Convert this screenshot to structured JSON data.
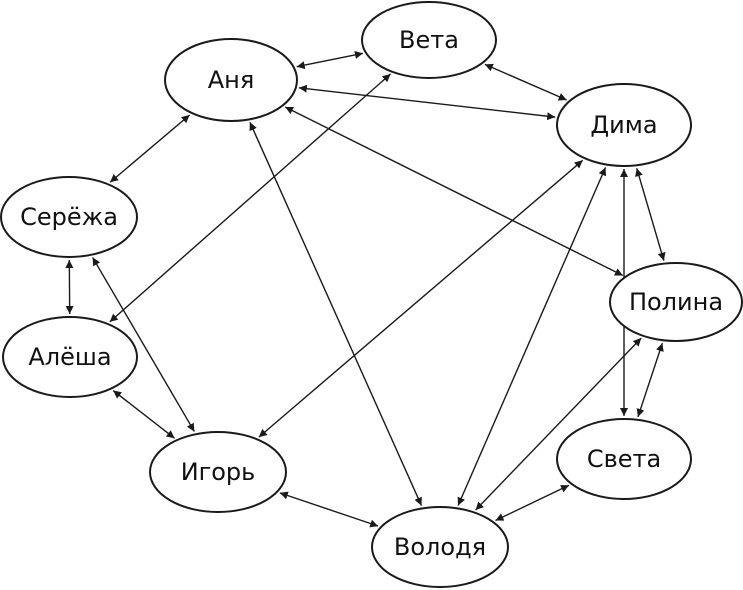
{
  "nodes": [
    {
      "id": "vera",
      "label": "Вета"
    },
    {
      "id": "anya",
      "label": "Аня"
    },
    {
      "id": "dima",
      "label": "Дима"
    },
    {
      "id": "seryozha",
      "label": "Серёжа"
    },
    {
      "id": "polina",
      "label": "Полина"
    },
    {
      "id": "alyosha",
      "label": "Алёша"
    },
    {
      "id": "sveta",
      "label": "Света"
    },
    {
      "id": "igor",
      "label": "Игорь"
    },
    {
      "id": "volodya",
      "label": "Володя"
    }
  ],
  "edges": [
    {
      "from": "anya",
      "to": "vera"
    },
    {
      "from": "vera",
      "to": "dima"
    },
    {
      "from": "anya",
      "to": "dima"
    },
    {
      "from": "anya",
      "to": "seryozha"
    },
    {
      "from": "anya",
      "to": "polina"
    },
    {
      "from": "anya",
      "to": "volodya"
    },
    {
      "from": "vera",
      "to": "alyosha"
    },
    {
      "from": "seryozha",
      "to": "alyosha"
    },
    {
      "from": "seryozha",
      "to": "igor"
    },
    {
      "from": "alyosha",
      "to": "igor"
    },
    {
      "from": "dima",
      "to": "igor"
    },
    {
      "from": "dima",
      "to": "polina"
    },
    {
      "from": "dima",
      "to": "volodya"
    },
    {
      "from": "dima",
      "to": "sveta"
    },
    {
      "from": "polina",
      "to": "sveta"
    },
    {
      "from": "polina",
      "to": "volodya"
    },
    {
      "from": "sveta",
      "to": "volodya"
    },
    {
      "from": "igor",
      "to": "volodya"
    }
  ]
}
